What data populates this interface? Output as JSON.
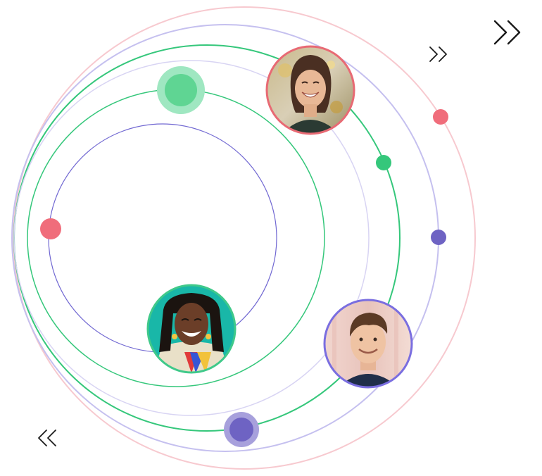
{
  "colors": {
    "orbit_pink": "#f7c9cf",
    "orbit_lavender": "#c5c0ef",
    "orbit_light_lavender": "#d8d4f3",
    "orbit_green": "#35c77b",
    "orbit_indigo": "#7168d2",
    "dot_pink": "#f06d7b",
    "dot_green": "#35c77b",
    "dot_indigo": "#6e63c3",
    "halo_green": "#9fe7c1",
    "halo_indigo": "#a7a0dc",
    "chevron": "#1a1a1a",
    "avatar_border_pink": "#e86a74",
    "avatar_border_green": "#40c98a",
    "avatar_border_indigo": "#7a6ee0"
  },
  "icons": {
    "chevrons_right_large": "chevrons-right-icon",
    "chevrons_right_small": "chevrons-right-icon",
    "chevrons_left": "chevrons-left-icon"
  },
  "avatars": [
    {
      "id": "woman-laughing",
      "border": "avatar_border_pink"
    },
    {
      "id": "woman-braids",
      "border": "avatar_border_green"
    },
    {
      "id": "man-smiling",
      "border": "avatar_border_indigo"
    }
  ]
}
